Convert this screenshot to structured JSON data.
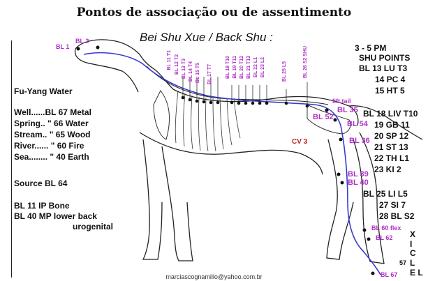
{
  "title": "Pontos de associação ou de assentimento",
  "subtitle": "Bei Shu Xue / Back Shu :",
  "left_panel": {
    "fu_yang_heading": "Fu-Yang Water",
    "elements": [
      {
        "name": "Well......BL 67",
        "element": "Metal"
      },
      {
        "name": "Spring..  \"",
        "element": "66 Water"
      },
      {
        "name": "Stream..  \"",
        "element": "65 Wood"
      },
      {
        "name": "River......  \"",
        "element": "60 Fire"
      },
      {
        "name": "Sea........ \"",
        "element": "40 Earth"
      }
    ],
    "source": "Source BL 64",
    "bl11": "BL 11 IP Bone",
    "bl40": "BL 40 MP lower back",
    "bl40_cont": "urogenital"
  },
  "right_panel": {
    "time": "3 - 5 PM",
    "shu_heading": "SHU POINTS",
    "rows": [
      {
        "point": "BL 13 LU T3"
      },
      {
        "point": "14 PC   4"
      },
      {
        "point": "15 HT   5"
      },
      {
        "point": "BL 18 LIV  T10"
      },
      {
        "point": "19 GB      11"
      },
      {
        "point": "20 SP      12"
      },
      {
        "point": "21 ST      13"
      },
      {
        "point": "22 TH      L1"
      },
      {
        "point": "23 KI       2"
      },
      {
        "point": "BL 25 LI    L5"
      },
      {
        "point": "27 SI     7"
      },
      {
        "point": "28  BL  S2"
      }
    ],
    "xicle": [
      "X",
      "I",
      "C",
      "L",
      "E L"
    ],
    "xicle_number": "57"
  },
  "point_labels": {
    "bl1": "BL 1",
    "bl2": "BL 2",
    "lift_tail": "lift tail",
    "bl35": "BL 35",
    "bl52": "BL 52",
    "bl54": "BL 54",
    "bl36": "BL 36",
    "cv3": "CV 3",
    "bl39": "BL 39",
    "bl40": "BL 40",
    "bl60": "BL 60 flex",
    "bl62": "BL 62",
    "bl67": "BL 67"
  },
  "vertebra_labels": [
    "BL 11 T1",
    "BL 12 T2",
    "BL 13 T3",
    "BL 14 T4",
    "BL 15 T5",
    "BL 17 T7",
    "BL 18 T10",
    "BL 19 T11",
    "BL 20 T12",
    "BL 21 T13",
    "BL 22 L1",
    "BL 23 L2",
    "BL 25 L5",
    "BL 26 S2 SHU"
  ],
  "email": "marciascognamillo@yahoo.com.br",
  "colors": {
    "meridian_blue": "#3a3ad0",
    "label_purple": "#b030c8",
    "cv_red": "#c02020",
    "skeleton": "#222222"
  }
}
